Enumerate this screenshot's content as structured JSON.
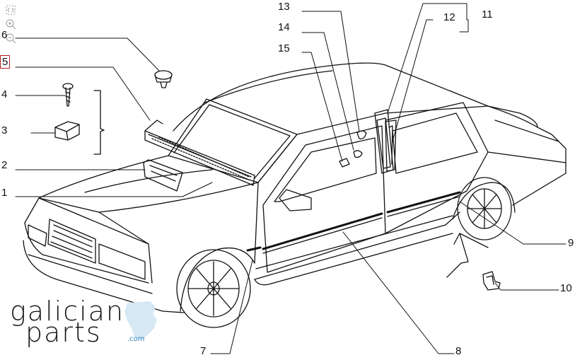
{
  "toolbar": {
    "fit_icon": "fit-to-screen-icon",
    "zoom_in_icon": "zoom-in-icon",
    "zoom_out_icon": "zoom-out-icon"
  },
  "callouts": [
    {
      "id": "1",
      "label": "1"
    },
    {
      "id": "2",
      "label": "2"
    },
    {
      "id": "3",
      "label": "3"
    },
    {
      "id": "4",
      "label": "4"
    },
    {
      "id": "5",
      "label": "5",
      "selected": true
    },
    {
      "id": "6",
      "label": "6"
    },
    {
      "id": "7",
      "label": "7"
    },
    {
      "id": "8",
      "label": "8"
    },
    {
      "id": "9",
      "label": "9"
    },
    {
      "id": "10",
      "label": "10"
    },
    {
      "id": "11",
      "label": "11"
    },
    {
      "id": "12",
      "label": "12"
    },
    {
      "id": "13",
      "label": "13"
    },
    {
      "id": "14",
      "label": "14"
    },
    {
      "id": "15",
      "label": "15"
    }
  ],
  "logo": {
    "line1": "galician",
    "line2": "parts",
    "suffix": ".com",
    "accent_color": "#2a7fb8"
  },
  "colors": {
    "selected_outline": "#b02020"
  }
}
